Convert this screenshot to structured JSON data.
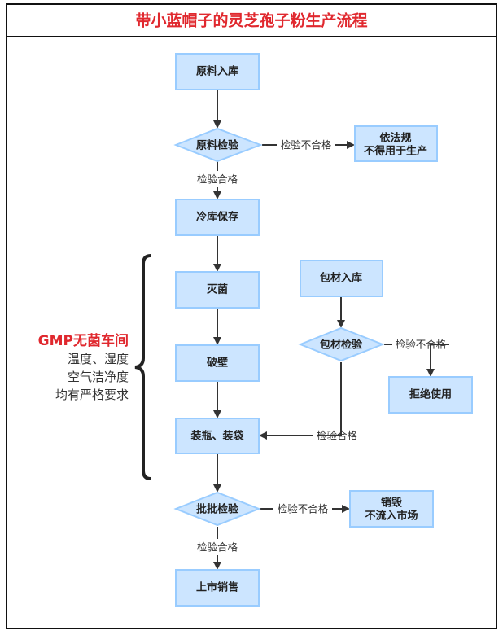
{
  "title": "带小蓝帽子的灵芝孢子粉生产流程",
  "nodes": {
    "raw_in": "原料入库",
    "raw_check": "原料检验",
    "reject_law_1": "依法规",
    "reject_law_2": "不得用于生产",
    "cold": "冷库保存",
    "sterilize": "灭菌",
    "break_wall": "破壁",
    "pack": "装瓶、装袋",
    "pkg_in": "包材入库",
    "pkg_check": "包材检验",
    "refuse": "拒绝使用",
    "batch_check": "批批检验",
    "destroy_1": "销毁",
    "destroy_2": "不流入市场",
    "market": "上市销售"
  },
  "edges": {
    "fail": "检验不合格",
    "pass": "检验合格"
  },
  "side_note": {
    "heading": "GMP无菌车间",
    "lines": [
      "温度、湿度",
      "空气洁净度",
      "均有严格要求"
    ]
  },
  "colors": {
    "title": "#e0282e",
    "node_fill": "#cce5ff",
    "node_stroke": "#99ccff"
  }
}
